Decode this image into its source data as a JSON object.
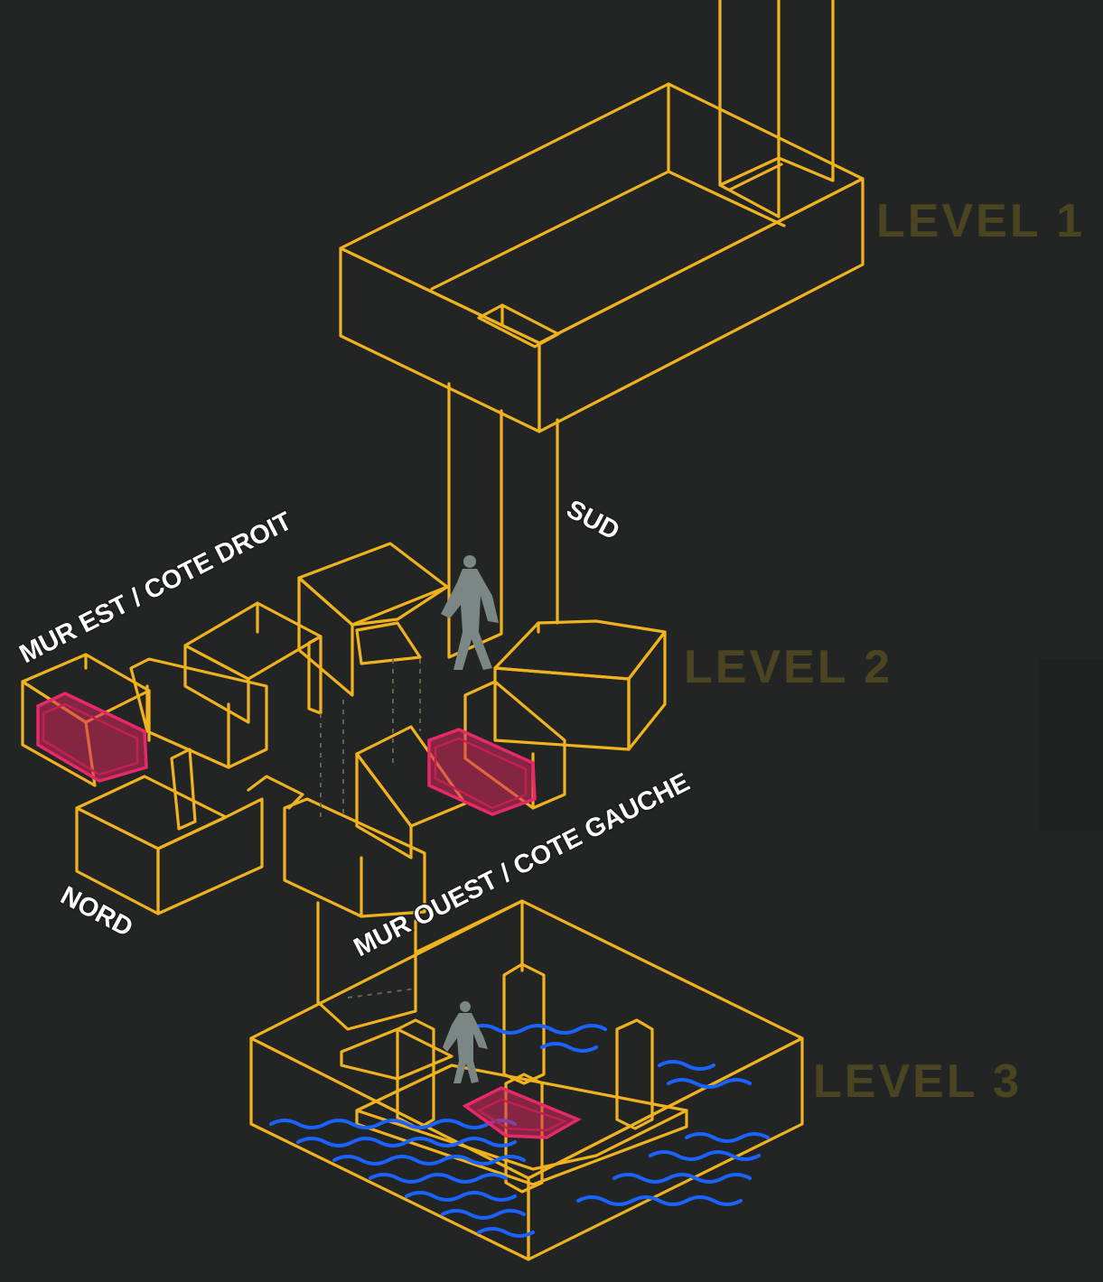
{
  "levels": [
    {
      "label": "LEVEL 1"
    },
    {
      "label": "LEVEL 2"
    },
    {
      "label": "LEVEL 3"
    }
  ],
  "directions": {
    "south": "SUD",
    "east": "MUR EST / COTE DROIT",
    "west": "MUR OUEST / COTE GAUCHE",
    "north": "NORD"
  },
  "colors": {
    "background": "#222524",
    "walls": "#f0b21e",
    "chest": "#e8286a",
    "water": "#1b63ff",
    "figure": "#7b8784",
    "level_label": "#4a4420"
  },
  "markers": [
    {
      "type": "chest",
      "count": 3
    },
    {
      "type": "player-figure",
      "count": 2
    }
  ]
}
